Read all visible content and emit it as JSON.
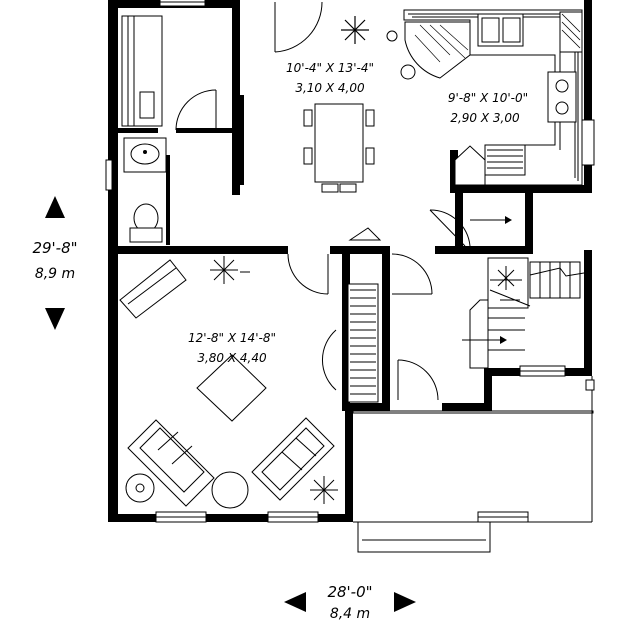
{
  "rooms": {
    "dining": {
      "size_imperial": "10'-4\" X 13'-4\"",
      "size_metric": "3,10 X 4,00"
    },
    "kitchen": {
      "size_imperial": "9'-8\" X 10'-0\"",
      "size_metric": "2,90 X 3,00"
    },
    "living": {
      "size_imperial": "12'-8\" X 14'-8\"",
      "size_metric": "3,80 X 4,40"
    }
  },
  "dimensions": {
    "depth_imperial": "29'-8\"",
    "depth_metric": "8,9 m",
    "width_imperial": "28'-0\"",
    "width_metric": "8,4 m"
  }
}
